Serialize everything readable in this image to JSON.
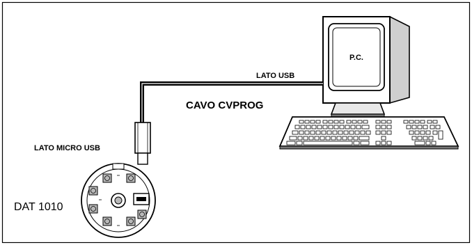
{
  "labels": {
    "pc": "P.C.",
    "usb_side": "LATO USB",
    "cable": "CAVO CVPROG",
    "micro_usb_side": "LATO MICRO USB",
    "device": "DAT 1010"
  },
  "icons": [
    "computer-icon",
    "monitor-icon",
    "keyboard-icon",
    "usb-plug-icon",
    "transmitter-device-icon"
  ],
  "colors": {
    "line": "#000000",
    "background": "#ffffff",
    "shade": "#b8b8b8"
  }
}
